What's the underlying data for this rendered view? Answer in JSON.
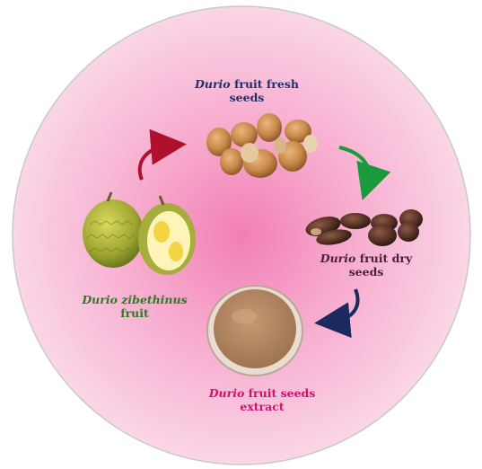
{
  "diagram": {
    "nodes": {
      "fresh_seeds": {
        "italic": "Durio",
        "rest": " fruit fresh",
        "line2": "seeds"
      },
      "dry_seeds": {
        "italic": "Durio",
        "rest": " fruit dry",
        "line2": "seeds"
      },
      "extract": {
        "italic": "Durio",
        "rest": " fruit seeds",
        "line2": "extract"
      },
      "fruit": {
        "italic": "Durio zibethinus",
        "rest": "",
        "line2": "fruit"
      }
    },
    "icons": {
      "fresh_seeds": "fresh-seeds-illustration",
      "dry_seeds": "dry-seeds-illustration",
      "extract": "petri-dish-powder-illustration",
      "fruit": "durian-fruit-illustration"
    },
    "colors": {
      "circle_center": "#f6b5d3",
      "circle_edge": "#f9d3e4",
      "arrow_red": "#b0102c",
      "arrow_green": "#1a9a3a",
      "arrow_navy": "#1b2a5e"
    }
  }
}
